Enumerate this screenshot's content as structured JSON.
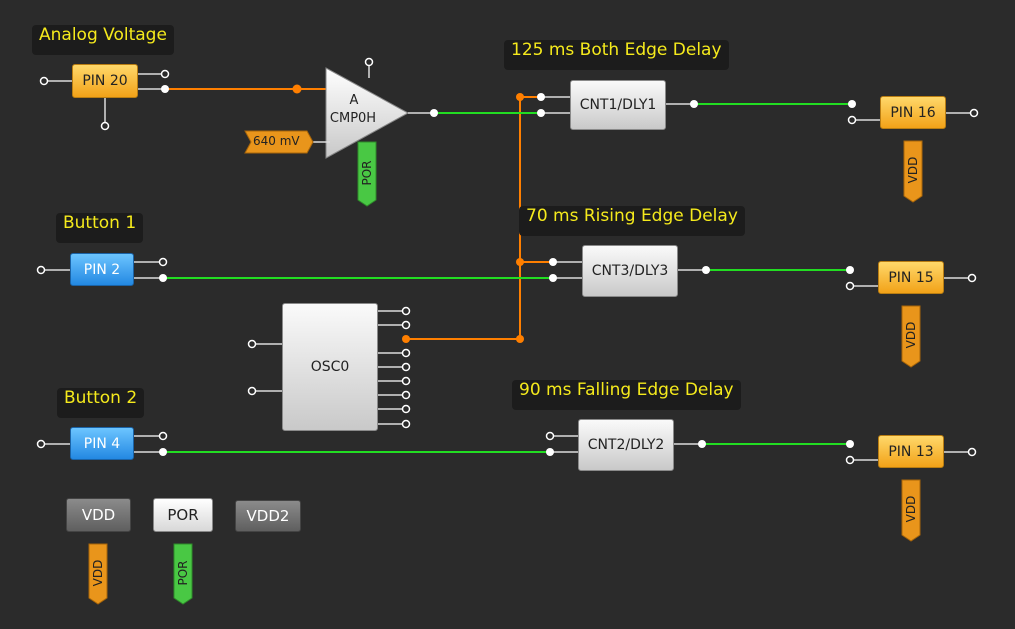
{
  "notes": {
    "analog": "Analog Voltage",
    "button1": "Button 1",
    "button2": "Button 2",
    "delay1": "125 ms Both Edge Delay",
    "delay3": "70 ms Rising Edge Delay",
    "delay2": "90 ms Falling Edge Delay"
  },
  "pins": {
    "pin20": "PIN 20",
    "pin2": "PIN 2",
    "pin4": "PIN 4",
    "pin16": "PIN 16",
    "pin15": "PIN 15",
    "pin13": "PIN 13"
  },
  "blocks": {
    "cmp_line1": "A",
    "cmp_line2": "CMP0H",
    "cnt1": "CNT1/DLY1",
    "cnt3": "CNT3/DLY3",
    "cnt2": "CNT2/DLY2",
    "osc": "OSC0"
  },
  "vref": "640 mV",
  "tags": {
    "por": "POR",
    "vdd": "VDD"
  },
  "power": {
    "vdd": "VDD",
    "por": "POR",
    "vdd2": "VDD2"
  },
  "colors": {
    "background": "#2b2b2b",
    "wire_orange": "#ff7f00",
    "wire_green": "#22dd22",
    "note_text": "#f5ea1c",
    "pin_input": "#2388e2",
    "pin_output": "#f2a218",
    "por_tag": "#49c844",
    "vdd_tag": "#e9951b"
  }
}
